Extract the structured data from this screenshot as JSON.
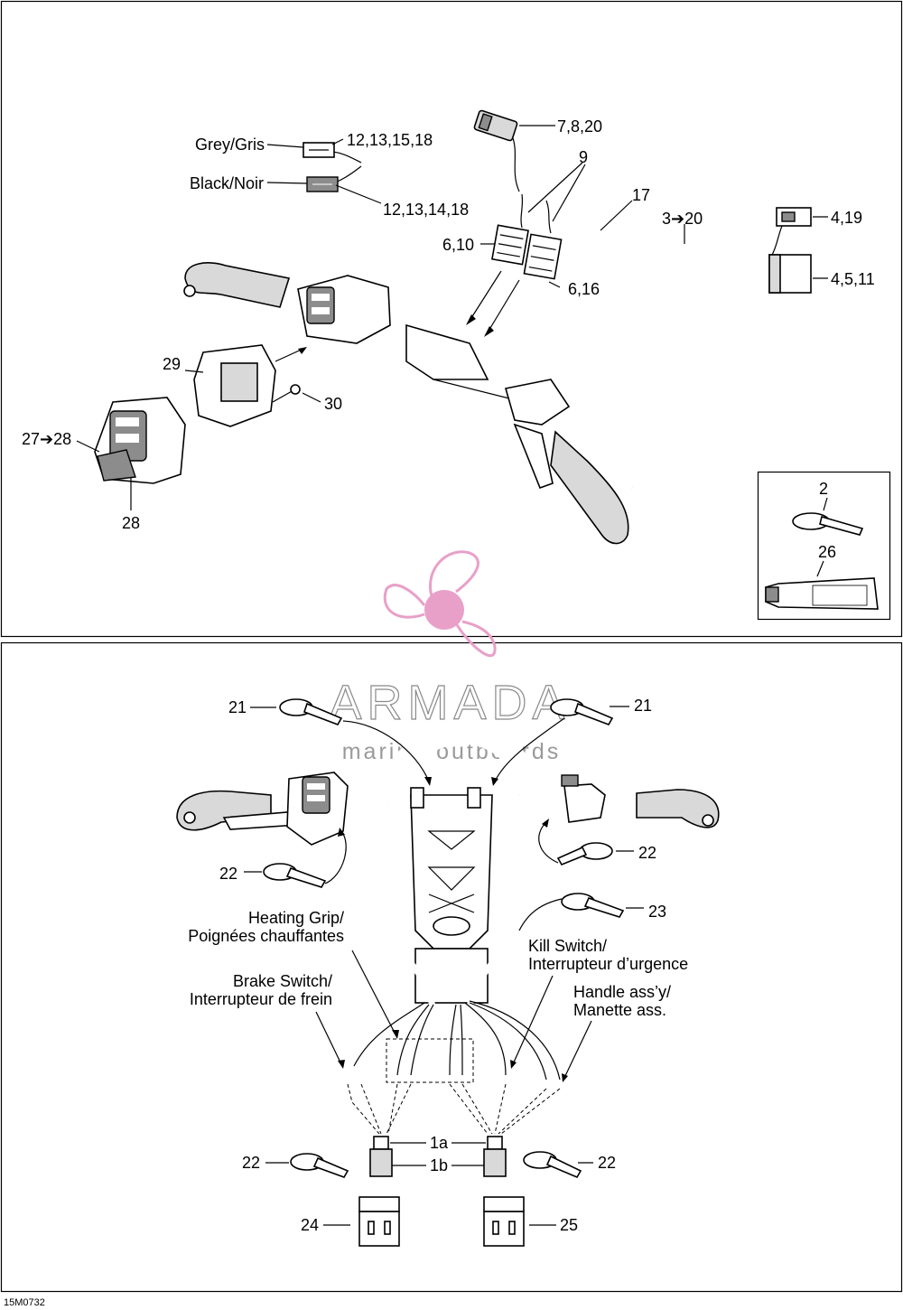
{
  "diagram_code": "15M0732",
  "watermark": {
    "brand": "ARMADA",
    "tagline": "marine outboards",
    "color": "#e8a0c8"
  },
  "top_panel": {
    "labels": {
      "grey_gris": "Grey/Gris",
      "black_noir": "Black/Noir",
      "c_12_13_15_18": "12,13,15,18",
      "c_12_13_14_18": "12,13,14,18",
      "c_7_8_20": "7,8,20",
      "c_9": "9",
      "c_17": "17",
      "c_3_20": "3➔20",
      "c_4_19": "4,19",
      "c_4_5_11": "4,5,11",
      "c_6_10": "6,10",
      "c_6_16": "6,16",
      "c_29": "29",
      "c_30": "30",
      "c_27_28": "27➔28",
      "c_28": "28"
    },
    "inset": {
      "c_2": "2",
      "c_26": "26"
    }
  },
  "bottom_panel": {
    "labels": {
      "c_21_left": "21",
      "c_21_right": "21",
      "c_22_left": "22",
      "c_22_right": "22",
      "c_23": "23",
      "heating_grip_en": "Heating Grip/",
      "heating_grip_fr": "Poignées chauffantes",
      "brake_switch_en": "Brake Switch/",
      "brake_switch_fr": "Interrupteur de frein",
      "kill_switch_en": "Kill Switch/",
      "kill_switch_fr": "Interrupteur d’urgence",
      "handle_en": "Handle ass’y/",
      "handle_fr": "Manette ass.",
      "c_1a": "1a",
      "c_1b": "1b",
      "c_22_bottom_left": "22",
      "c_22_bottom_right": "22",
      "c_24": "24",
      "c_25": "25"
    }
  }
}
